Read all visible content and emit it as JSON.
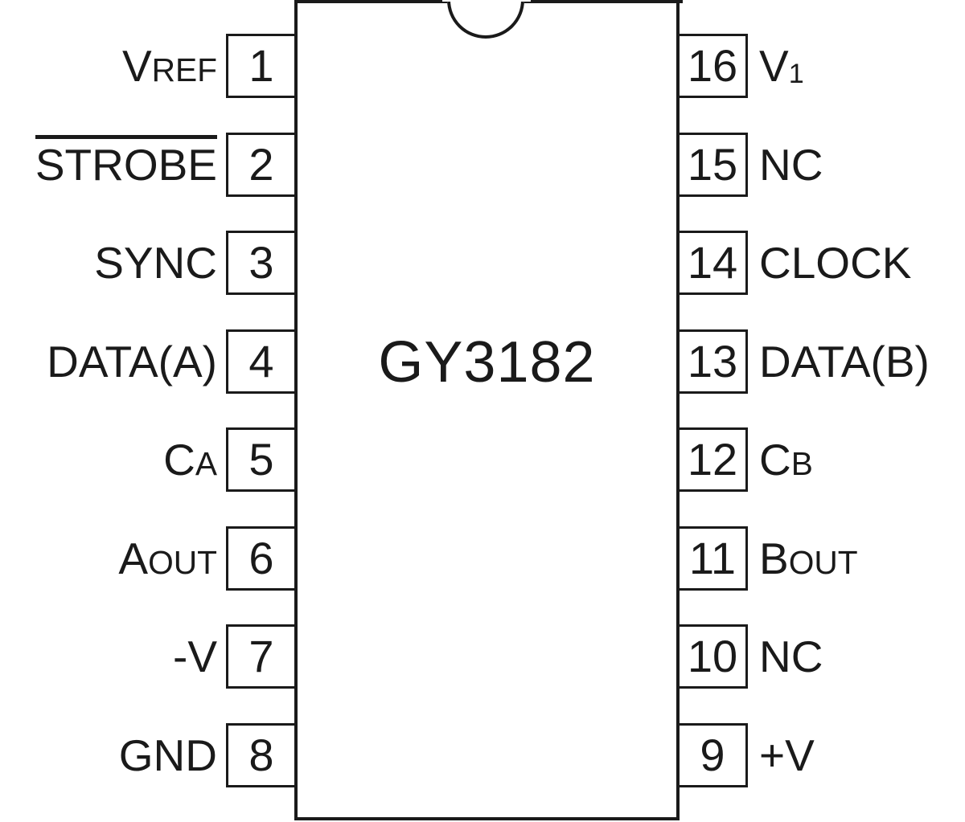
{
  "diagram": {
    "type": "ic-pinout",
    "chip_label": "GY3182",
    "package": "16-pin DIP",
    "notch": "top-center-semicircle",
    "line_color": "#1a1a1a",
    "background_color": "#ffffff"
  },
  "pins_left": [
    {
      "number": "1",
      "label_main": "V",
      "label_small": "REF",
      "label_text": "VREF",
      "overline": false
    },
    {
      "number": "2",
      "label_main": "STROBE",
      "label_small": "",
      "label_text": "STROBE",
      "overline": true
    },
    {
      "number": "3",
      "label_main": "SYNC",
      "label_small": "",
      "label_text": "SYNC",
      "overline": false
    },
    {
      "number": "4",
      "label_main": "DATA(A)",
      "label_small": "",
      "label_text": "DATA(A)",
      "overline": false
    },
    {
      "number": "5",
      "label_main": "C",
      "label_small": "A",
      "label_text": "CA",
      "overline": false
    },
    {
      "number": "6",
      "label_main": "A",
      "label_small": "OUT",
      "label_text": "AOUT",
      "overline": false
    },
    {
      "number": "7",
      "label_main": "-V",
      "label_small": "",
      "label_text": "-V",
      "overline": false
    },
    {
      "number": "8",
      "label_main": "GND",
      "label_small": "",
      "label_text": "GND",
      "overline": false
    }
  ],
  "pins_right": [
    {
      "number": "16",
      "label_main": "V",
      "label_small": "1",
      "label_text": "V1",
      "overline": false
    },
    {
      "number": "15",
      "label_main": "NC",
      "label_small": "",
      "label_text": "NC",
      "overline": false
    },
    {
      "number": "14",
      "label_main": "CLOCK",
      "label_small": "",
      "label_text": "CLOCK",
      "overline": false
    },
    {
      "number": "13",
      "label_main": "DATA(B)",
      "label_small": "",
      "label_text": "DATA(B)",
      "overline": false
    },
    {
      "number": "12",
      "label_main": "C",
      "label_small": "B",
      "label_text": "CB",
      "overline": false
    },
    {
      "number": "11",
      "label_main": "B",
      "label_small": "OUT",
      "label_text": "BOUT",
      "overline": false
    },
    {
      "number": "10",
      "label_main": "NC",
      "label_small": "",
      "label_text": "NC",
      "overline": false
    },
    {
      "number": "9",
      "label_main": "+V",
      "label_small": "",
      "label_text": "+V",
      "overline": false
    }
  ]
}
